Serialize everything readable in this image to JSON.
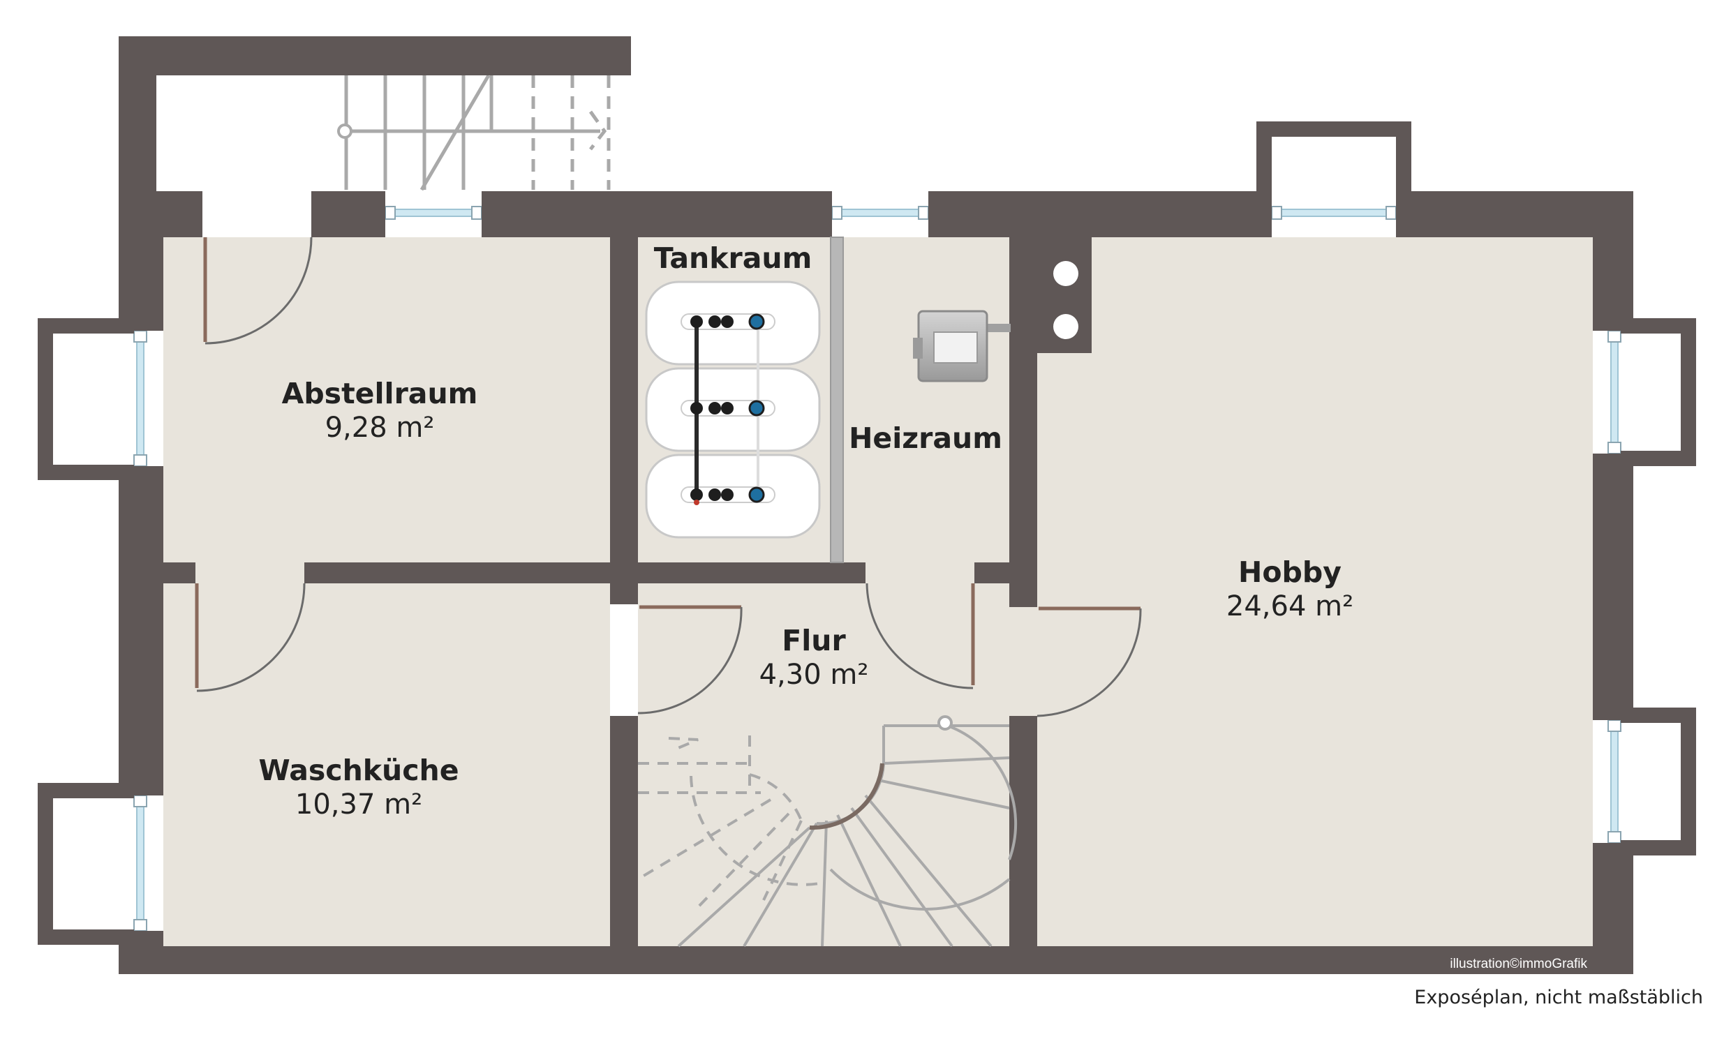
{
  "rooms": {
    "abstellraum": {
      "name": "Abstellraum",
      "area": "9,28 m²"
    },
    "tankraum": {
      "name": "Tankraum"
    },
    "heizraum": {
      "name": "Heizraum"
    },
    "hobby": {
      "name": "Hobby",
      "area": "24,64 m²"
    },
    "flur": {
      "name": "Flur",
      "area": "4,30 m²"
    },
    "waschkueche": {
      "name": "Waschküche",
      "area": "10,37 m²"
    }
  },
  "credit": "illustration©immoGrafik",
  "caption": "Exposéplan, nicht maßstäblich",
  "colors": {
    "wall": "#5f5756",
    "floor": "#e8e4dc",
    "window_glass": "#cfe8f2",
    "door": "#8a6a5c",
    "stair_line": "#a9a9a9",
    "tank": "#ffffff"
  }
}
